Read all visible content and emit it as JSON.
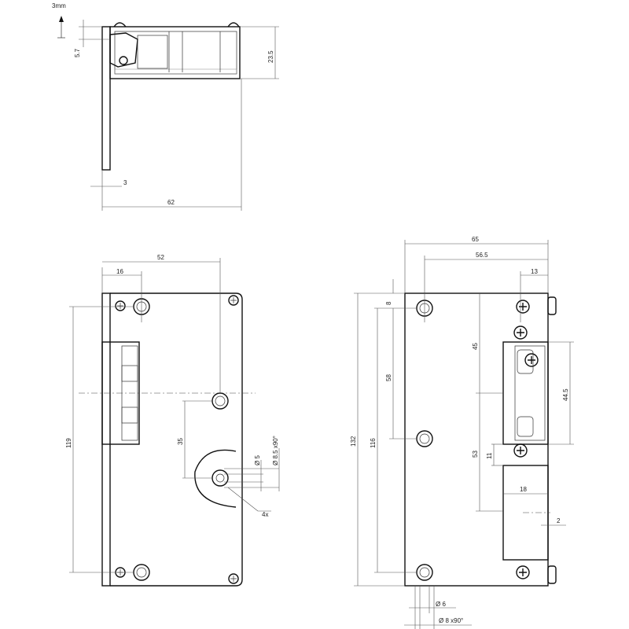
{
  "scale_label": "3mm",
  "top_view": {
    "dims": {
      "plate_offset": "5.7",
      "height": "23.5",
      "plate_thickness": "3",
      "width": "62"
    }
  },
  "front_view": {
    "dims": {
      "hole_offset": "16",
      "center_distance": "52",
      "hole_spacing": "119",
      "cam_offset": "35",
      "hole_d": "Ø 5",
      "countersink": "Ø 8.5 x90°",
      "count": "4x"
    }
  },
  "strike_view": {
    "dims": {
      "width": "65",
      "hole_line": "56.5",
      "keeper_offset": "13",
      "height": "132",
      "hole_spacing": "116",
      "mid_hole": "58",
      "top_hole": "8",
      "upper": "45",
      "lower": "53",
      "keeper_height": "44.5",
      "gap": "11",
      "box_width": "18",
      "box_edge": "2",
      "hole_d": "Ø 6",
      "countersink": "Ø 8 x90°"
    }
  }
}
